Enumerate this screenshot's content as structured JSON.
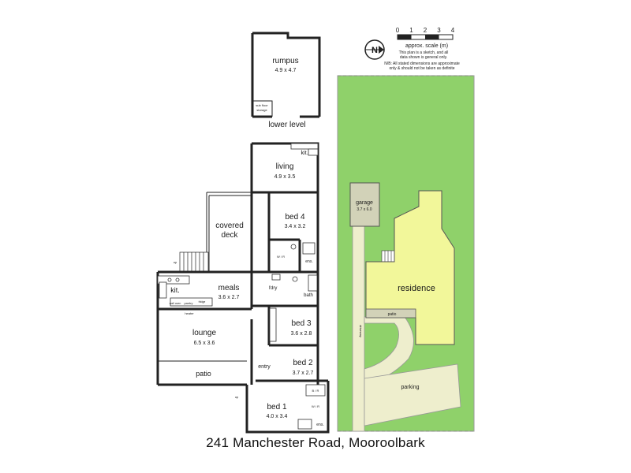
{
  "colors": {
    "lawn": "#8fd16a",
    "residence": "#f2f79a",
    "structure": "#d2d2b8",
    "driveway": "#eeeecd",
    "wall": "#222222"
  },
  "scale": {
    "ticks": [
      "0",
      "1",
      "2",
      "3",
      "4"
    ],
    "label": "approx. scale (m)",
    "note1": "This plan is a sketch, and all",
    "note2": "data shown is general only.",
    "note3": "N/B: All stated dimensions are approximate",
    "note4": "only & should not be taken as definite",
    "north_symbol": "N"
  },
  "rooms": {
    "rumpus": {
      "name": "rumpus",
      "size": "4.9 x 4.7"
    },
    "storage": {
      "line1": "sub floor",
      "line2": "storage"
    },
    "lower_level": "lower level",
    "living": {
      "name": "living",
      "size": "4.9 x 3.5"
    },
    "kit_upper": "kit.",
    "bed4": {
      "name": "bed 4",
      "size": "3.4 x 3.2"
    },
    "covered_deck_1": "covered",
    "covered_deck_2": "deck",
    "wir": "W / R",
    "ens_upper": "ens.",
    "meals": {
      "name": "meals",
      "size": "3.6 x 2.7"
    },
    "kit_main": "kit.",
    "ldry": "l'dry",
    "bath": "bath",
    "wall_oven": "wall oven",
    "pantry": "pantry",
    "fridge": "fridge",
    "heater": "heater",
    "lounge": {
      "name": "lounge",
      "size": "6.5 x 3.6"
    },
    "bed3": {
      "name": "bed 3",
      "size": "3.6 x 2.8"
    },
    "bed2": {
      "name": "bed 2",
      "size": "3.7 x 2.7"
    },
    "entry": "entry",
    "patio": "patio",
    "bed1": {
      "name": "bed 1",
      "size": "4.0 x 3.4"
    },
    "br": "B / R",
    "wir_bed1": "W / R",
    "ens_lower": "ens.",
    "up": "up"
  },
  "site": {
    "garage": {
      "name": "garage",
      "size": "3.7 x 6.0"
    },
    "covered_deck_1": "covered",
    "covered_deck_2": "deck",
    "residence": "residence",
    "patio": "patio",
    "driveway": "driveway",
    "parking": "parking"
  },
  "address": "241 Manchester Road, Mooroolbark"
}
